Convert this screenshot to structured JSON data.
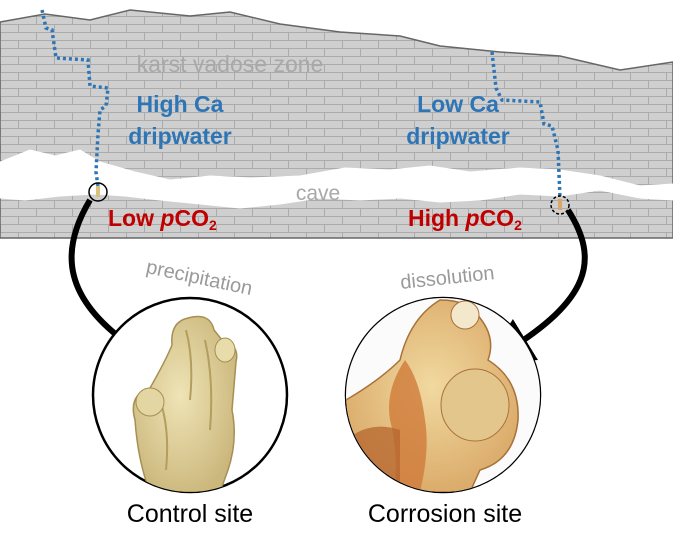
{
  "labels": {
    "zone": "karst vadose zone",
    "cave": "cave",
    "left_drip": [
      "High Ca",
      "dripwater"
    ],
    "right_drip": [
      "Low Ca",
      "dripwater"
    ],
    "left_pco2_prefix": "Low ",
    "right_pco2_prefix": "High ",
    "pco2_italic": "p",
    "pco2_main": "CO",
    "pco2_sub": "2",
    "left_process": "precipitation",
    "right_process": "dissolution",
    "left_site": "Control site",
    "right_site": "Corrosion site"
  },
  "colors": {
    "rock": "#cfcfcf",
    "rock_lines": "#ababab",
    "drip_blue": "#2e75b6",
    "pco2_red": "#c00000",
    "process_gray": "#9a9a9a",
    "zone_gray": "#a8a8a8"
  }
}
